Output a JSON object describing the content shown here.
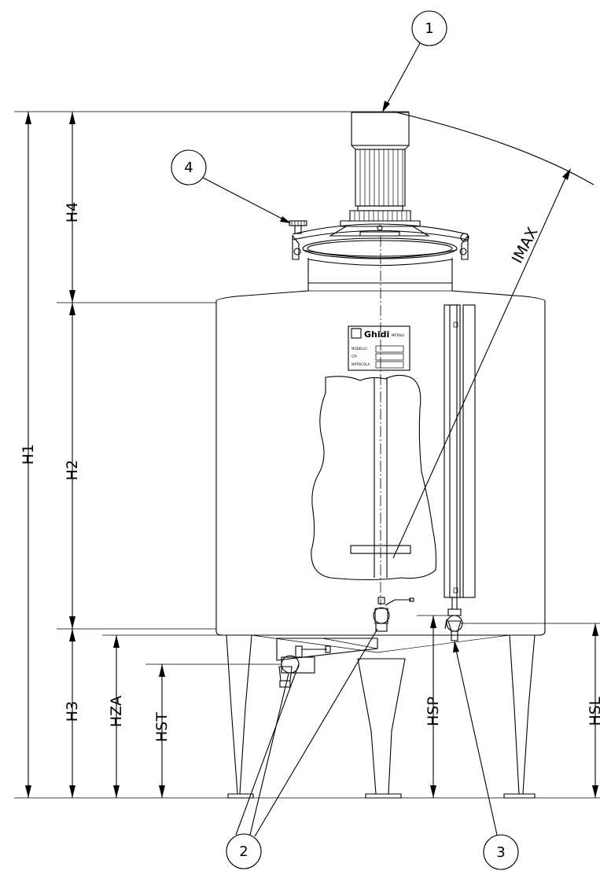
{
  "dimensions": {
    "h1": "H1",
    "h2": "H2",
    "h3": "H3",
    "h4": "H4",
    "hza": "HZA",
    "hst": "HST",
    "hsp": "HSP",
    "hsl": "HSL",
    "imax": "IMAX"
  },
  "callouts": {
    "c1": "1",
    "c2": "2",
    "c3": "3",
    "c4": "4"
  },
  "nameplate": {
    "brand": "Ghidi",
    "subtitle": "METALLI",
    "fields": [
      "MODELLO",
      "LTR",
      "MATRICOLA"
    ]
  }
}
